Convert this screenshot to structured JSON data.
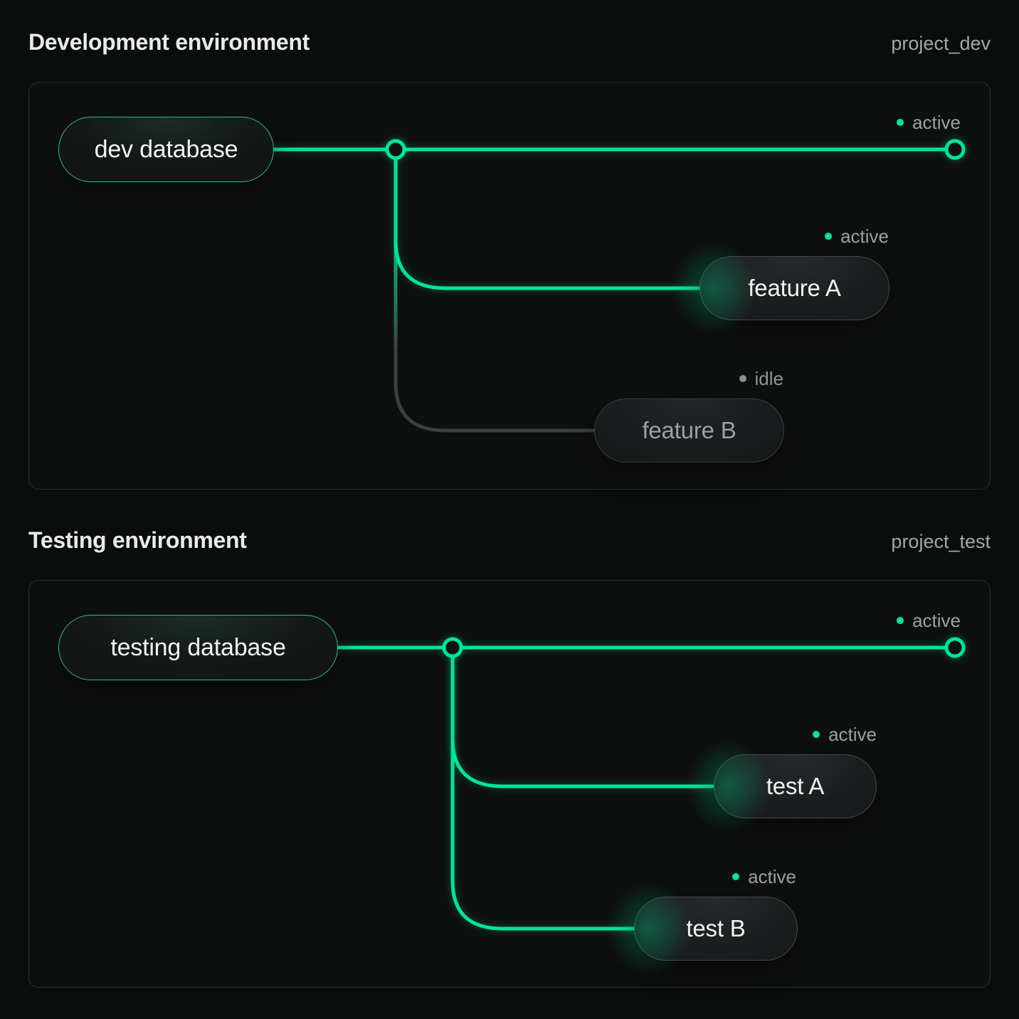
{
  "colors": {
    "accent_green": "#00e599",
    "idle_gray": "#8a9099",
    "idle_line": "#3c403f",
    "background": "#0b0c0c",
    "panel_border": "#2d2f2f",
    "text_primary": "#e9ebea",
    "text_muted": "#9aa1a7"
  },
  "environments": [
    {
      "title": "Development environment",
      "project": "project_dev",
      "database": {
        "label": "dev database"
      },
      "main_status": "active",
      "branches": [
        {
          "label": "feature A",
          "status": "active"
        },
        {
          "label": "feature B",
          "status": "idle"
        }
      ]
    },
    {
      "title": "Testing environment",
      "project": "project_test",
      "database": {
        "label": "testing database"
      },
      "main_status": "active",
      "branches": [
        {
          "label": "test A",
          "status": "active"
        },
        {
          "label": "test B",
          "status": "active"
        }
      ]
    }
  ]
}
